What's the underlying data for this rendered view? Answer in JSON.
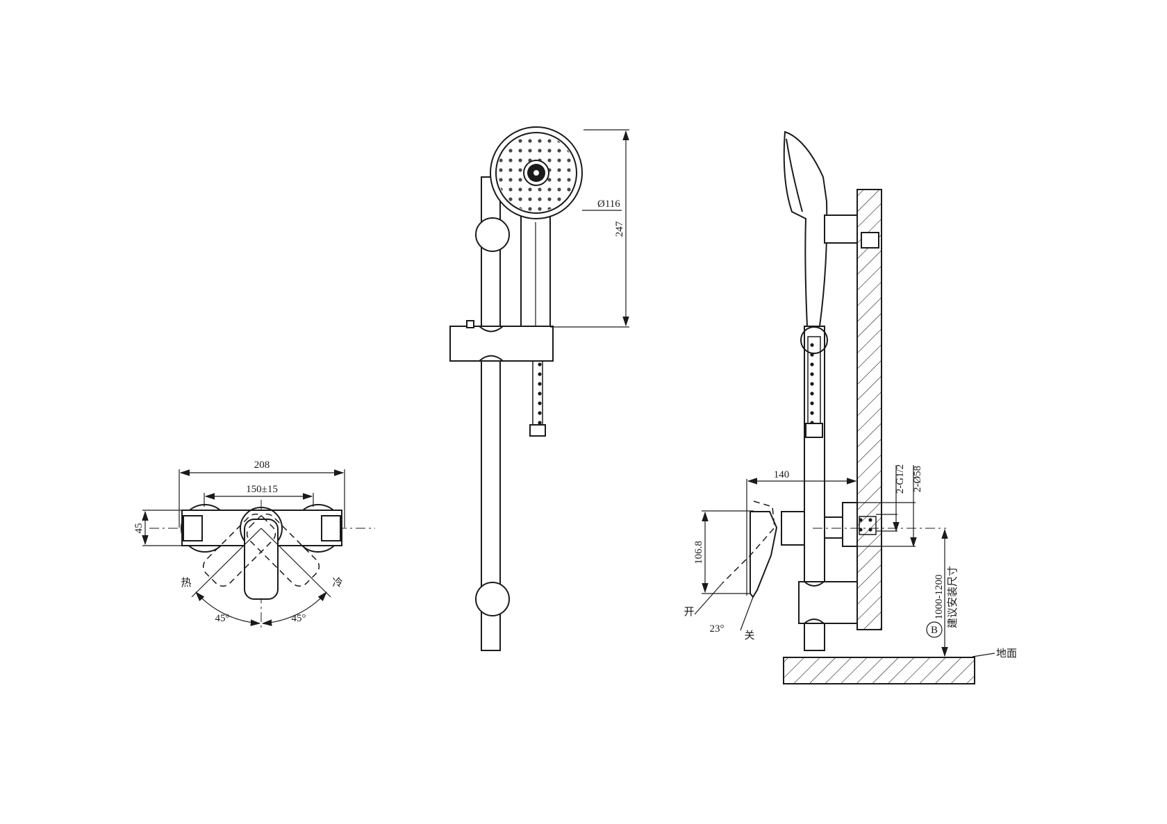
{
  "front_view": {
    "overall_width": "208",
    "center_distance": "150±15",
    "body_height": "45",
    "hot_label": "热",
    "cold_label": "冷",
    "hot_angle": "45°",
    "cold_angle": "45°"
  },
  "shower_rail_view": {
    "head_diameter": "Ø116",
    "head_length": "247"
  },
  "side_view": {
    "projection": "140",
    "handle_height": "106.8",
    "thread_spec": "2-G1/2",
    "cover_diameter": "2-Ø58",
    "open_label": "开",
    "close_label": "关",
    "handle_angle": "23°",
    "install_height": "1000-1200",
    "install_height_note": "建议安装尺寸",
    "marker": "B",
    "floor_label": "地面"
  }
}
